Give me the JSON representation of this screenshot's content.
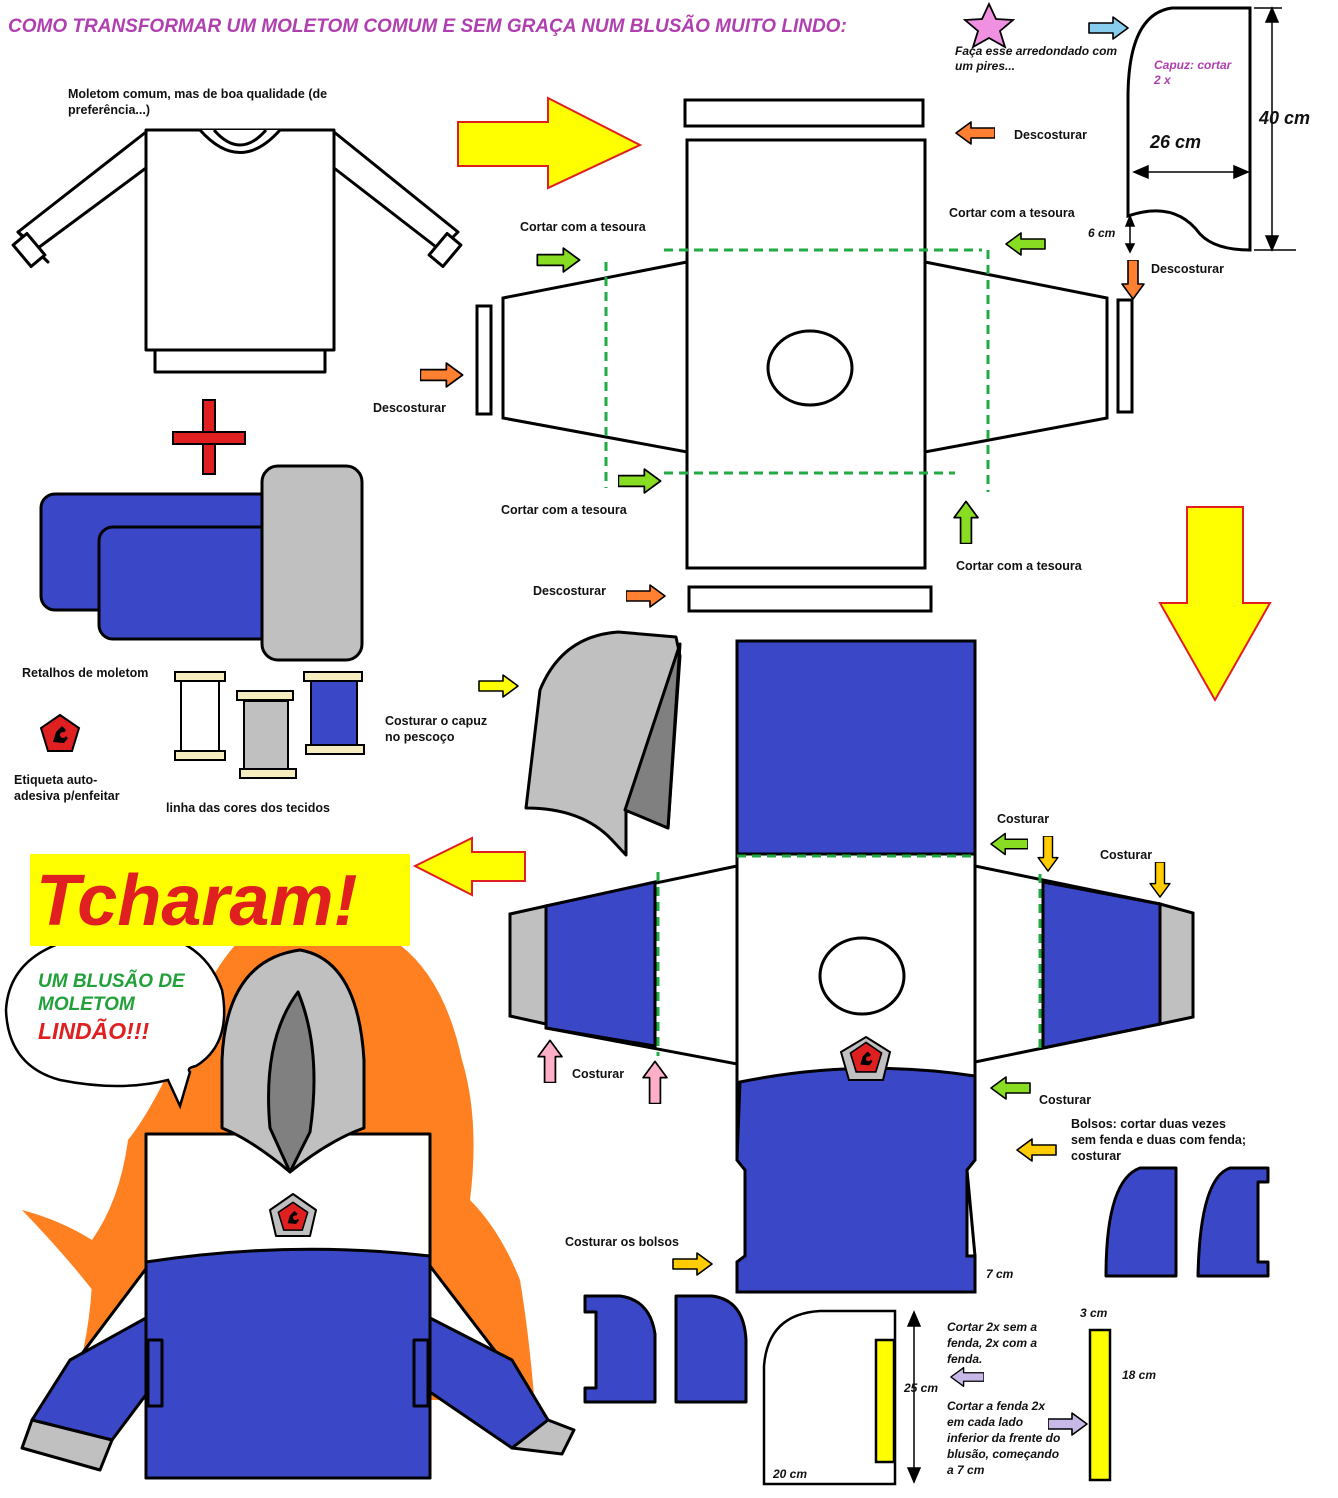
{
  "title": "COMO TRANSFORMAR UM MOLETOM COMUM E SEM GRAÇA NUM BLUSÃO MUITO LINDO:",
  "labels": {
    "moletom_comum": "Moletom comum, mas de boa qualidade (de preferência...)",
    "retalhos": "Retalhos de moletom",
    "etiqueta": "Etiqueta auto-adesiva p/enfeitar",
    "linha": "linha das cores dos tecidos",
    "arredondado": "Faça esse arredondado com um pires...",
    "capuz": "Capuz: cortar 2 x",
    "dim_40": "40 cm",
    "dim_26": "26 cm",
    "dim_6": "6 cm",
    "descosturar": "Descosturar",
    "cortar_tesoura": "Cortar com a tesoura",
    "costurar_capuz": "Costurar o capuz no pescoço",
    "costurar": "Costurar",
    "bolsos_instr": "Bolsos: cortar duas vezes sem fenda e duas com fenda; costurar",
    "costurar_bolsos": "Costurar os bolsos",
    "dim_7": "7 cm",
    "cortar_2x": "Cortar 2x sem a fenda, 2x com a fenda.",
    "dim_25": "25 cm",
    "dim_20": "20 cm",
    "dim_3": "3 cm",
    "dim_18": "18 cm",
    "cortar_fenda": "Cortar a fenda 2x em cada lado inferior da frente do blusão, começando a 7 cm",
    "tcharam": "Tcharam!",
    "bubble_1": "UM BLUSÃO DE MOLETOM",
    "bubble_2": "LINDÃO!!!"
  },
  "colors": {
    "title": "#b040b0",
    "blue": "#3a48c8",
    "grey": "#c0c0c0",
    "dark_grey": "#808080",
    "yellow": "#ffff00",
    "orange_fire": "#ff8020",
    "orange_arrow": "#ff8030",
    "green_arrow": "#88dd22",
    "cut_line": "#22aa44",
    "pink_arrow": "#ffb0c8",
    "lilac_arrow": "#c8b8e8",
    "light_blue_arrow": "#88ccee",
    "red": "#e02020",
    "cream": "#f5ecc0"
  }
}
